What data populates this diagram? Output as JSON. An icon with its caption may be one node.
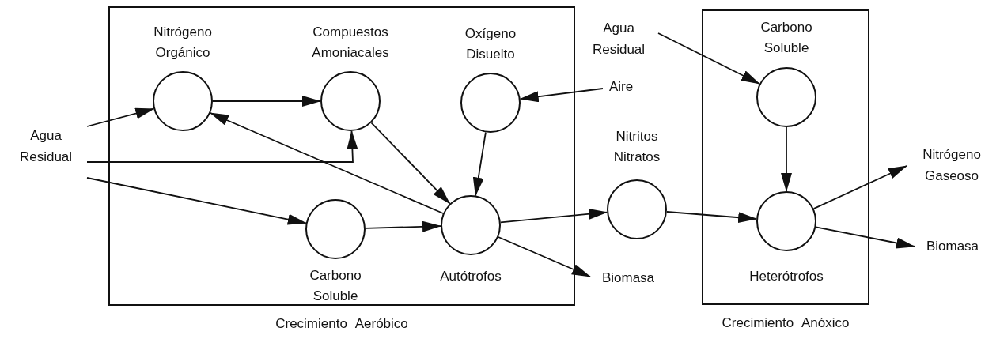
{
  "diagram": {
    "nodes": [
      {
        "text": [
          "Crecimiento Aeróbico"
        ]
      },
      {
        "text": [],
        "shape": "circle",
        "beside": [
          "Nitrógeno Orgánico"
        ],
        "in": 0
      },
      {
        "text": [],
        "shape": "circle",
        "beside": [
          "Compuestos Amoniacales"
        ],
        "in": 0
      },
      {
        "text": [],
        "shape": "circle",
        "beside": [
          "Oxígeno Disuelto"
        ],
        "in": 0
      },
      {
        "text": [],
        "shape": "circle",
        "beside": [
          "Carbono Soluble"
        ],
        "in": 0
      },
      {
        "text": [],
        "shape": "circle",
        "beside": [
          "Autótrofos"
        ],
        "in": 0
      },
      {
        "text": [
          "Agua Residual"
        ]
      },
      {
        "text": [
          "Aire"
        ]
      },
      {
        "text": [
          "Agua Residual"
        ]
      },
      {
        "text": [],
        "shape": "circle",
        "beside": [
          "Nitritos Nitratos"
        ]
      },
      {
        "text": [
          "Biomasa"
        ]
      },
      {
        "text": [
          "Crecimiento Anóxico"
        ]
      },
      {
        "text": [],
        "shape": "circle",
        "beside": [
          "Carbono Soluble"
        ],
        "in": 11
      },
      {
        "text": [],
        "shape": "circle",
        "beside": [
          "Heterótrofos"
        ],
        "in": 11
      },
      {
        "text": [
          "Nitrógeno Gaseoso"
        ]
      },
      {
        "text": [
          "Biomasa"
        ]
      }
    ],
    "edges": [
      {
        "from": 6,
        "to": 1,
        "arrow": "to"
      },
      {
        "from": 1,
        "to": 2,
        "arrow": "to"
      },
      {
        "from": 6,
        "to": 2,
        "arrow": "to"
      },
      {
        "from": 6,
        "to": 4,
        "arrow": "to"
      },
      {
        "from": 5,
        "to": 1,
        "arrow": "to"
      },
      {
        "from": 2,
        "to": 5,
        "arrow": "to"
      },
      {
        "from": 3,
        "to": 5,
        "arrow": "to"
      },
      {
        "from": 7,
        "to": 3,
        "arrow": "to"
      },
      {
        "from": 4,
        "to": 5,
        "arrow": "to"
      },
      {
        "from": 5,
        "to": 9,
        "arrow": "to"
      },
      {
        "from": 5,
        "to": 10,
        "arrow": "to"
      },
      {
        "from": 8,
        "to": 12,
        "arrow": "to"
      },
      {
        "from": 9,
        "to": 13,
        "arrow": "to"
      },
      {
        "from": 12,
        "to": 13,
        "arrow": "to"
      },
      {
        "from": 13,
        "to": 14,
        "arrow": "to"
      },
      {
        "from": 13,
        "to": 15,
        "arrow": "to"
      }
    ]
  }
}
